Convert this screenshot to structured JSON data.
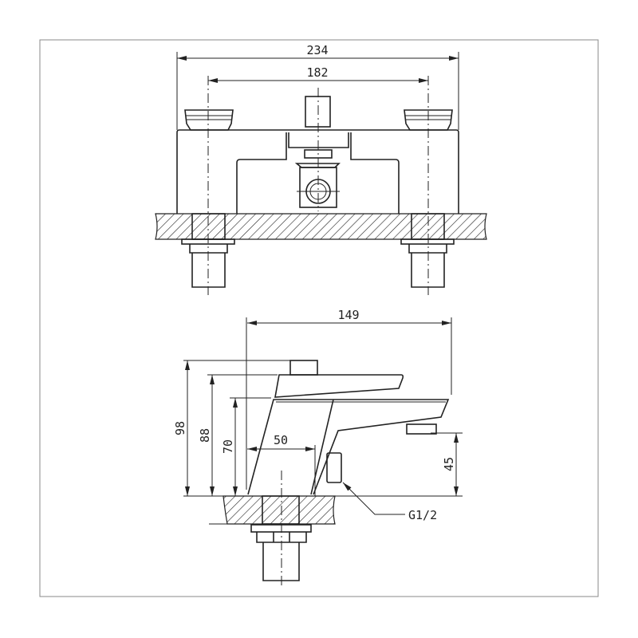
{
  "drawing": {
    "front_view": {
      "overall_width": "234",
      "center_distance": "182"
    },
    "side_view": {
      "depth": "149",
      "height_total": "98",
      "height_handle": "88",
      "height_body": "70",
      "spout_offset": "50",
      "spout_height": "45",
      "thread": "G1/2"
    }
  }
}
